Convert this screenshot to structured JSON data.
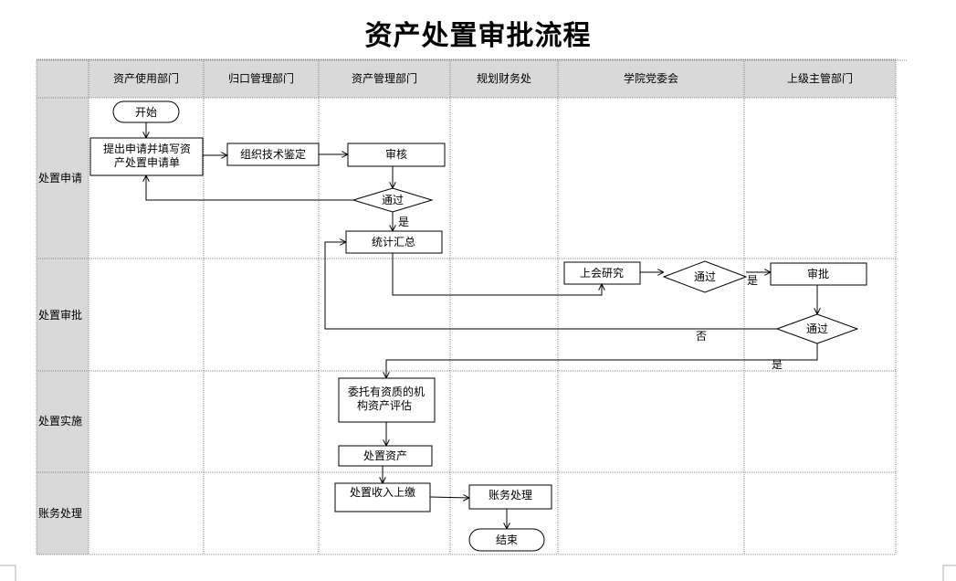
{
  "title": "资产处置审批流程",
  "columns": [
    "资产使用部门",
    "归口管理部门",
    "资产管理部门",
    "规划财务处",
    "学院党委会",
    "上级主管部门"
  ],
  "phases": [
    "处置申请",
    "处置审批",
    "处置实施",
    "账务处理"
  ],
  "nodes": {
    "start": "开始",
    "apply": [
      "提出申请并填写资",
      "产处置申请单"
    ],
    "tech_appraisal": "组织技术鉴定",
    "review": "审核",
    "decision_1": "通过",
    "summary": "统计汇总",
    "meeting": "上会研究",
    "decision_2": "通过",
    "approval": "审批",
    "decision_3": "通过",
    "entrust": [
      "委托有资质的机",
      "构资产评估"
    ],
    "dispose": "处置资产",
    "revenue": "处置收入上缴",
    "accounting": "账务处理",
    "end": "结束"
  },
  "edge_labels": {
    "yes_1": "是",
    "yes_2": "是",
    "no": "否",
    "yes_3": "是"
  },
  "colors": {
    "header_fill": "#d9d9d9",
    "line": "#000000",
    "grid": "#8c8c8c"
  }
}
